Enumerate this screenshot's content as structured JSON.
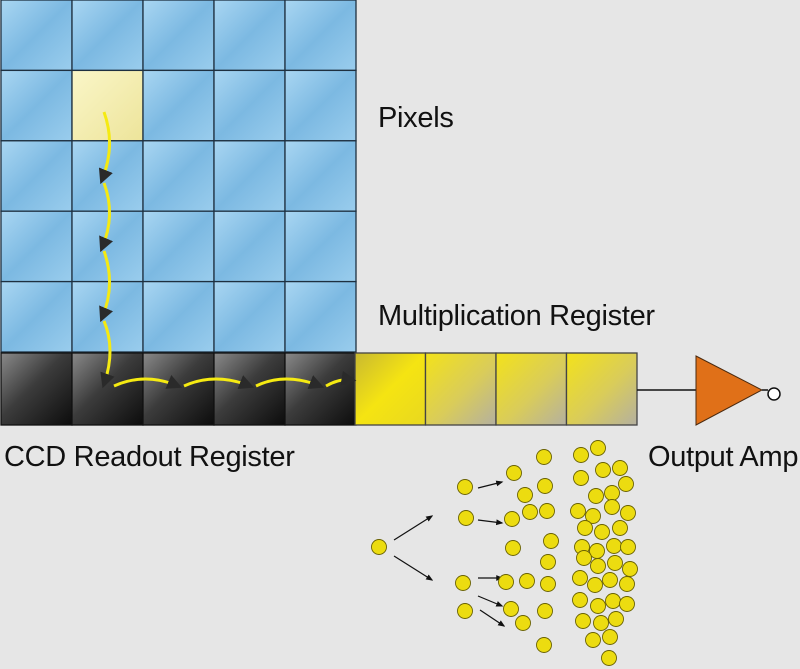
{
  "labels": {
    "pixels": "Pixels",
    "multiplication_register": "Multiplication Register",
    "ccd_readout_register": "CCD Readout Register",
    "output_amp": "Output Amp"
  },
  "colors": {
    "background": "#e6e6e6",
    "pixel_fill": "#8ec4e6",
    "pixel_highlight": "#f4f0b0",
    "readout_dark": "#3a3a3a",
    "multiplication_yellow": "#f2e21a",
    "arrow_yellow": "#f5ea12",
    "amplifier_orange": "#e07018",
    "electron_yellow": "#ecdc10"
  },
  "icons": {
    "amplifier": "amplifier-triangle-icon",
    "electron": "electron-circle-icon"
  }
}
